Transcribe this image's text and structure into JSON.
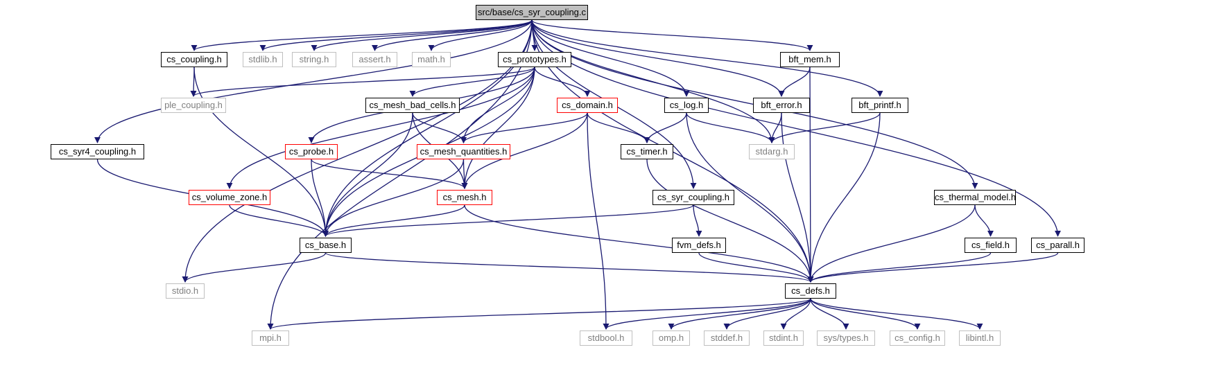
{
  "colors": {
    "edge": "#191970",
    "root_fill": "#bfbfbf",
    "unresolved_border": "#bfbfbf",
    "truncated_border": "#ff0000"
  },
  "nodes": {
    "root": {
      "label": "src/base/cs_syr_coupling.c",
      "kind": "root"
    },
    "cs_coupling": {
      "label": "cs_coupling.h",
      "kind": "normal"
    },
    "stdlib": {
      "label": "stdlib.h",
      "kind": "gray"
    },
    "string": {
      "label": "string.h",
      "kind": "gray"
    },
    "assert": {
      "label": "assert.h",
      "kind": "gray"
    },
    "math": {
      "label": "math.h",
      "kind": "gray"
    },
    "cs_prototypes": {
      "label": "cs_prototypes.h",
      "kind": "normal"
    },
    "bft_mem": {
      "label": "bft_mem.h",
      "kind": "normal"
    },
    "ple_coupling": {
      "label": "ple_coupling.h",
      "kind": "gray"
    },
    "cs_mesh_bad_cells": {
      "label": "cs_mesh_bad_cells.h",
      "kind": "normal"
    },
    "cs_domain": {
      "label": "cs_domain.h",
      "kind": "red"
    },
    "cs_log": {
      "label": "cs_log.h",
      "kind": "normal"
    },
    "bft_error": {
      "label": "bft_error.h",
      "kind": "normal"
    },
    "bft_printf": {
      "label": "bft_printf.h",
      "kind": "normal"
    },
    "cs_syr4_coupling": {
      "label": "cs_syr4_coupling.h",
      "kind": "normal"
    },
    "cs_probe": {
      "label": "cs_probe.h",
      "kind": "red"
    },
    "cs_mesh_quantities": {
      "label": "cs_mesh_quantities.h",
      "kind": "red"
    },
    "cs_timer": {
      "label": "cs_timer.h",
      "kind": "normal"
    },
    "stdarg": {
      "label": "stdarg.h",
      "kind": "gray"
    },
    "cs_volume_zone": {
      "label": "cs_volume_zone.h",
      "kind": "red"
    },
    "cs_mesh": {
      "label": "cs_mesh.h",
      "kind": "red"
    },
    "cs_syr_coupling": {
      "label": "cs_syr_coupling.h",
      "kind": "normal"
    },
    "cs_thermal_model": {
      "label": "cs_thermal_model.h",
      "kind": "normal"
    },
    "cs_base": {
      "label": "cs_base.h",
      "kind": "normal"
    },
    "fvm_defs": {
      "label": "fvm_defs.h",
      "kind": "normal"
    },
    "cs_field": {
      "label": "cs_field.h",
      "kind": "normal"
    },
    "cs_parall": {
      "label": "cs_parall.h",
      "kind": "normal"
    },
    "stdio": {
      "label": "stdio.h",
      "kind": "gray"
    },
    "cs_defs": {
      "label": "cs_defs.h",
      "kind": "normal"
    },
    "mpi": {
      "label": "mpi.h",
      "kind": "gray"
    },
    "stdbool": {
      "label": "stdbool.h",
      "kind": "gray"
    },
    "omp": {
      "label": "omp.h",
      "kind": "gray"
    },
    "stddef": {
      "label": "stddef.h",
      "kind": "gray"
    },
    "stdint": {
      "label": "stdint.h",
      "kind": "gray"
    },
    "sys_types": {
      "label": "sys/types.h",
      "kind": "gray"
    },
    "cs_config": {
      "label": "cs_config.h",
      "kind": "gray"
    },
    "libintl": {
      "label": "libintl.h",
      "kind": "gray"
    }
  },
  "edges": [
    [
      "root",
      "cs_coupling"
    ],
    [
      "root",
      "stdlib"
    ],
    [
      "root",
      "string"
    ],
    [
      "root",
      "assert"
    ],
    [
      "root",
      "math"
    ],
    [
      "root",
      "cs_prototypes"
    ],
    [
      "root",
      "bft_mem"
    ],
    [
      "root",
      "bft_error"
    ],
    [
      "root",
      "bft_printf"
    ],
    [
      "root",
      "cs_log"
    ],
    [
      "root",
      "cs_syr4_coupling"
    ],
    [
      "root",
      "cs_base"
    ],
    [
      "root",
      "cs_syr_coupling"
    ],
    [
      "root",
      "cs_thermal_model"
    ],
    [
      "root",
      "cs_parall"
    ],
    [
      "root",
      "cs_defs"
    ],
    [
      "root",
      "stdarg"
    ],
    [
      "root",
      "stdio"
    ],
    [
      "root",
      "mpi"
    ],
    [
      "cs_coupling",
      "ple_coupling"
    ],
    [
      "cs_coupling",
      "cs_base"
    ],
    [
      "cs_prototypes",
      "ple_coupling"
    ],
    [
      "cs_prototypes",
      "cs_mesh_bad_cells"
    ],
    [
      "cs_prototypes",
      "cs_domain"
    ],
    [
      "cs_prototypes",
      "cs_probe"
    ],
    [
      "cs_prototypes",
      "cs_mesh_quantities"
    ],
    [
      "cs_prototypes",
      "cs_volume_zone"
    ],
    [
      "cs_prototypes",
      "cs_mesh"
    ],
    [
      "cs_prototypes",
      "cs_base"
    ],
    [
      "bft_mem",
      "bft_error"
    ],
    [
      "bft_mem",
      "cs_defs"
    ],
    [
      "bft_error",
      "stdarg"
    ],
    [
      "bft_error",
      "cs_defs"
    ],
    [
      "bft_printf",
      "stdarg"
    ],
    [
      "bft_printf",
      "cs_defs"
    ],
    [
      "cs_log",
      "cs_timer"
    ],
    [
      "cs_log",
      "stdarg"
    ],
    [
      "cs_log",
      "cs_defs"
    ],
    [
      "cs_mesh_bad_cells",
      "cs_mesh_quantities"
    ],
    [
      "cs_mesh_bad_cells",
      "cs_mesh"
    ],
    [
      "cs_mesh_bad_cells",
      "cs_base"
    ],
    [
      "cs_domain",
      "cs_mesh_quantities"
    ],
    [
      "cs_domain",
      "cs_mesh"
    ],
    [
      "cs_domain",
      "cs_timer"
    ],
    [
      "cs_domain",
      "stdbool"
    ],
    [
      "cs_syr4_coupling",
      "cs_base"
    ],
    [
      "cs_probe",
      "cs_mesh"
    ],
    [
      "cs_probe",
      "cs_base"
    ],
    [
      "cs_mesh_quantities",
      "cs_mesh"
    ],
    [
      "cs_mesh_quantities",
      "cs_base"
    ],
    [
      "cs_timer",
      "cs_defs"
    ],
    [
      "cs_volume_zone",
      "cs_base"
    ],
    [
      "cs_mesh",
      "cs_base"
    ],
    [
      "cs_mesh",
      "cs_defs"
    ],
    [
      "cs_syr_coupling",
      "cs_base"
    ],
    [
      "cs_syr_coupling",
      "fvm_defs"
    ],
    [
      "cs_thermal_model",
      "cs_field"
    ],
    [
      "cs_thermal_model",
      "cs_defs"
    ],
    [
      "cs_base",
      "stdio"
    ],
    [
      "cs_base",
      "cs_defs"
    ],
    [
      "fvm_defs",
      "cs_defs"
    ],
    [
      "cs_field",
      "cs_defs"
    ],
    [
      "cs_parall",
      "cs_defs"
    ],
    [
      "cs_defs",
      "mpi"
    ],
    [
      "cs_defs",
      "stdbool"
    ],
    [
      "cs_defs",
      "omp"
    ],
    [
      "cs_defs",
      "stddef"
    ],
    [
      "cs_defs",
      "stdint"
    ],
    [
      "cs_defs",
      "sys_types"
    ],
    [
      "cs_defs",
      "cs_config"
    ],
    [
      "cs_defs",
      "libintl"
    ]
  ]
}
